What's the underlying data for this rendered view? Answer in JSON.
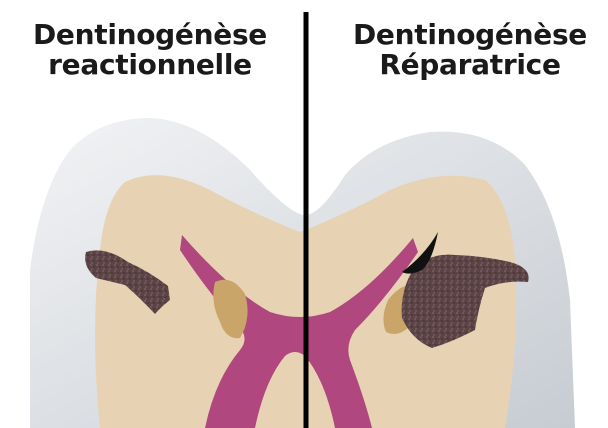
{
  "panels": {
    "left": {
      "title_line1": "Dentinogénèse",
      "title_line2": "reactionnelle"
    },
    "right": {
      "title_line1": "Dentinogénèse",
      "title_line2": "Réparatrice"
    }
  },
  "colors": {
    "enamel": "#d9dde2",
    "dentin": "#e7d3b3",
    "pulp": "#b0477f",
    "tertiary_dentin": "#c9a56a",
    "caries": "#5c4346",
    "divider": "#000000",
    "cavity": "#111111"
  }
}
